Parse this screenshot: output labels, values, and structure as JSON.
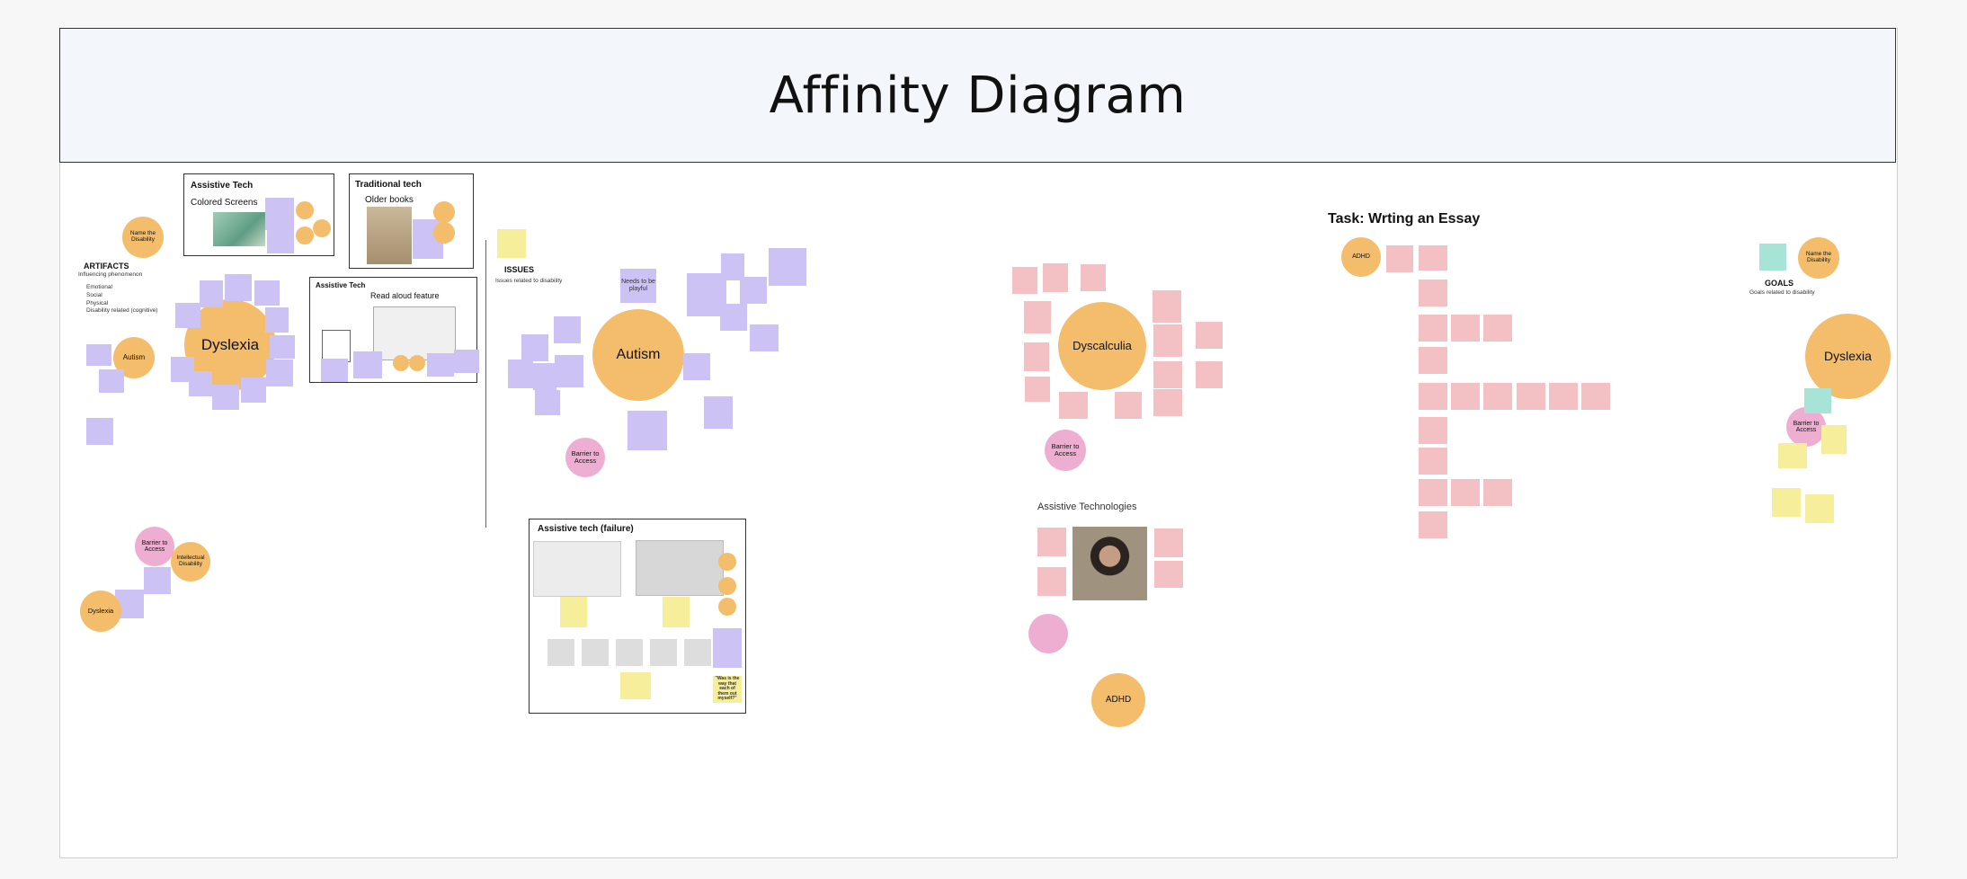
{
  "title": "Affinity Diagram",
  "artifacts": {
    "heading": "ARTIFACTS",
    "subheading": "Influencing phenomenon",
    "items": [
      "Emotional",
      "Social",
      "Physical",
      "Disability related (cognitive)"
    ],
    "name_disability": "Name the Disability",
    "dyslexia": "Dyslexia",
    "autism": "Autism"
  },
  "frames": {
    "assistive_tech_1": {
      "title": "Assistive Tech",
      "subtitle": "Colored Screens"
    },
    "traditional_tech": {
      "title": "Traditional tech",
      "subtitle": "Older books"
    },
    "assistive_tech_2": {
      "title": "Assistive Tech",
      "subtitle": "Read aloud feature"
    },
    "assistive_tech_failure": {
      "title": "Assistive tech (failure)",
      "quote": "\"Was is the way that each of them out myself?\""
    }
  },
  "issues": {
    "heading": "ISSUES",
    "subheading": "Issues related to disability",
    "autism": "Autism",
    "needs": "Needs to be playful",
    "barrier": "Barrier to Access"
  },
  "bottom_left": {
    "barrier": "Barrier to Access",
    "intellectual": "Intellectual Disability",
    "dyslexia": "Dyslexia"
  },
  "dyscalculia": {
    "center": "Dyscalculia",
    "barrier": "Barrier to Access",
    "assistive_heading": "Assistive Technologies",
    "adhd": "ADHD"
  },
  "task": {
    "heading": "Task: Wrting an Essay",
    "adhd": "ADHD"
  },
  "goals": {
    "heading": "GOALS",
    "subheading": "Goals related to disability",
    "name_disability": "Name the Disability",
    "dyslexia": "Dyslexia",
    "barrier": "Barrier to Access"
  },
  "colors": {
    "orange": "#f4bd6b",
    "pink": "#eeaed1",
    "purple": "#cdc2f4",
    "rose": "#f3c1c4",
    "yellow": "#f7ee9b",
    "header_bg": "#f3f7fb"
  }
}
